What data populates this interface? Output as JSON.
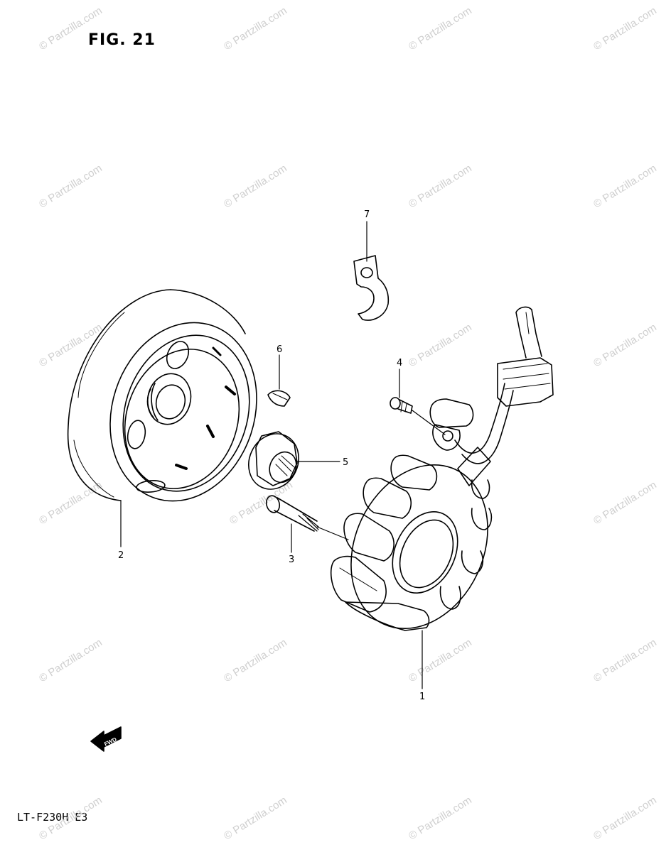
{
  "figure": {
    "title": "FIG. 21",
    "model": "LT-F230H  E3"
  },
  "watermark": {
    "text": "© Partzilla.com"
  },
  "arrow": {
    "label": "FWD"
  },
  "callouts": [
    {
      "id": "1",
      "label": "1"
    },
    {
      "id": "2",
      "label": "2"
    },
    {
      "id": "3",
      "label": "3"
    },
    {
      "id": "4",
      "label": "4"
    },
    {
      "id": "5",
      "label": "5"
    },
    {
      "id": "6",
      "label": "6"
    },
    {
      "id": "7",
      "label": "7"
    }
  ],
  "parts": [
    {
      "id": "1",
      "icon": "stator-coil-icon"
    },
    {
      "id": "2",
      "icon": "flywheel-rotor-icon"
    },
    {
      "id": "3",
      "icon": "rotor-bolt-icon"
    },
    {
      "id": "4",
      "icon": "screw-icon"
    },
    {
      "id": "5",
      "icon": "flange-nut-icon"
    },
    {
      "id": "6",
      "icon": "woodruff-key-icon"
    },
    {
      "id": "7",
      "icon": "wire-clamp-icon"
    }
  ]
}
